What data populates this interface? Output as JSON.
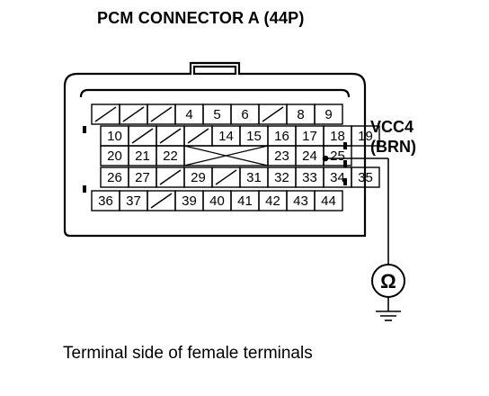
{
  "title": "PCM CONNECTOR A (44P)",
  "caption": "Terminal side of female terminals",
  "probe": {
    "terminal_label": "VCC4",
    "wire_color": "(BRN)",
    "meter_symbol": "Ω",
    "meter_type": "ohmmeter",
    "connected_terminal": "25"
  },
  "connector": {
    "rows": [
      {
        "cells": [
          {
            "empty": true
          },
          {
            "empty": true
          },
          {
            "empty": true
          },
          {
            "label": "4"
          },
          {
            "label": "5"
          },
          {
            "label": "6"
          },
          {
            "empty": true
          },
          {
            "label": "8"
          },
          {
            "label": "9"
          }
        ]
      },
      {
        "cells": [
          {
            "label": "10"
          },
          {
            "empty": true
          },
          {
            "empty": true
          },
          {
            "empty": true
          },
          {
            "label": "14"
          },
          {
            "label": "15"
          },
          {
            "label": "16"
          },
          {
            "label": "17"
          },
          {
            "label": "18"
          },
          {
            "label": "19"
          }
        ]
      },
      {
        "cells": [
          {
            "label": "20"
          },
          {
            "label": "21"
          },
          {
            "label": "22"
          },
          {
            "cross": true
          },
          {
            "label": "23"
          },
          {
            "label": "24"
          },
          {
            "label": "25"
          }
        ]
      },
      {
        "cells": [
          {
            "label": "26"
          },
          {
            "label": "27"
          },
          {
            "empty": true
          },
          {
            "label": "29"
          },
          {
            "empty": true
          },
          {
            "label": "31"
          },
          {
            "label": "32"
          },
          {
            "label": "33"
          },
          {
            "label": "34"
          },
          {
            "label": "35"
          }
        ]
      },
      {
        "cells": [
          {
            "label": "36"
          },
          {
            "label": "37"
          },
          {
            "empty": true
          },
          {
            "label": "39"
          },
          {
            "label": "40"
          },
          {
            "label": "41"
          },
          {
            "label": "42"
          },
          {
            "label": "43"
          },
          {
            "label": "44"
          }
        ]
      }
    ]
  }
}
